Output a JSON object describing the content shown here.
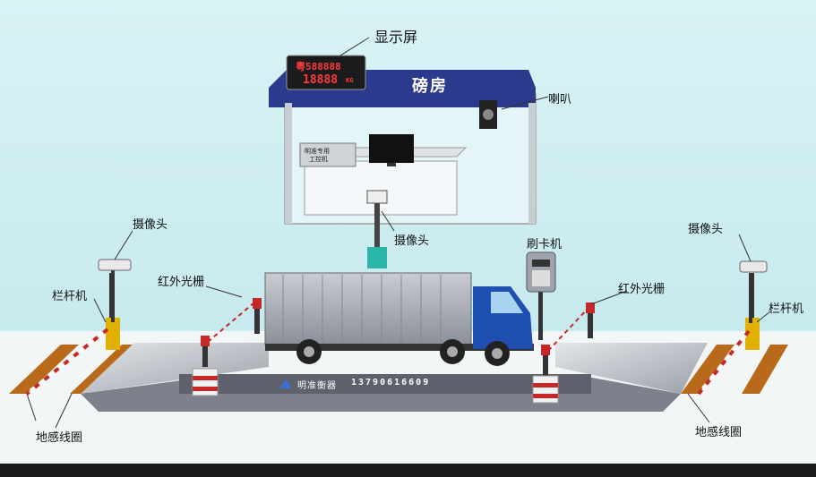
{
  "labels": {
    "display_screen": "显示屏",
    "weigh_house": "磅房",
    "speaker": "喇叭",
    "camera_left": "摄像头",
    "camera_center": "摄像头",
    "camera_right": "摄像头",
    "card_reader": "刷卡机",
    "infrared_left": "红外光栅",
    "infrared_right": "红外光栅",
    "barrier_left": "栏杆机",
    "barrier_right": "栏杆机",
    "loop_left": "地感线圈",
    "loop_right": "地感线圈"
  },
  "display": {
    "line1": "粤588888",
    "line2": "18888",
    "unit": "KG"
  },
  "computer_label": [
    "明准专用",
    "工控机"
  ],
  "scale_brand": "明准衡器",
  "scale_phone": "13790616609",
  "colors": {
    "background": "#cfeef2",
    "roof": "#2b3a8c",
    "truck_cab": "#1f4fb0",
    "scale_platform": "#6b6f7a",
    "barrier_post": "#e0b100",
    "loop_stripe": "#b86a1a"
  }
}
